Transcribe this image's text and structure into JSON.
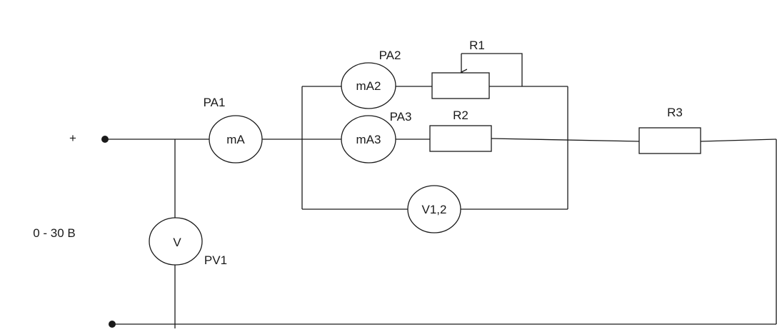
{
  "source": {
    "plus_label": "+",
    "voltage_label": "0 - 30 В"
  },
  "meters": {
    "pa1": {
      "designator": "PA1",
      "symbol": "mA"
    },
    "pa2": {
      "designator": "PA2",
      "symbol": "mA2"
    },
    "pa3": {
      "designator": "PA3",
      "symbol": "mA3"
    },
    "pv1": {
      "designator": "PV1",
      "symbol": "V"
    },
    "v12": {
      "symbol": "V1,2"
    }
  },
  "resistors": {
    "r1": "R1",
    "r2": "R2",
    "r3": "R3"
  }
}
